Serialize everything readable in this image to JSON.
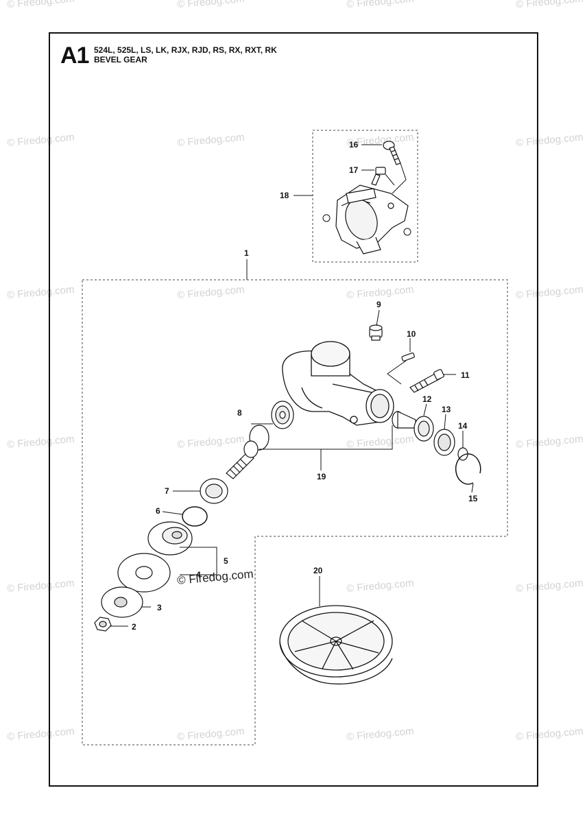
{
  "header": {
    "code": "A1",
    "models": "524L, 525L, LS, LK, RJX, RJD, RS, RX, RXT, RK",
    "title": "BEVEL GEAR"
  },
  "watermark": "© Firedog.com",
  "parts": {
    "p1": "1",
    "p2": "2",
    "p3": "3",
    "p4": "4",
    "p5": "5",
    "p6": "6",
    "p7": "7",
    "p8": "8",
    "p9": "9",
    "p10": "10",
    "p11": "11",
    "p12": "12",
    "p13": "13",
    "p14": "14",
    "p15": "15",
    "p16": "16",
    "p17": "17",
    "p18": "18",
    "p19": "19",
    "p20": "20"
  }
}
